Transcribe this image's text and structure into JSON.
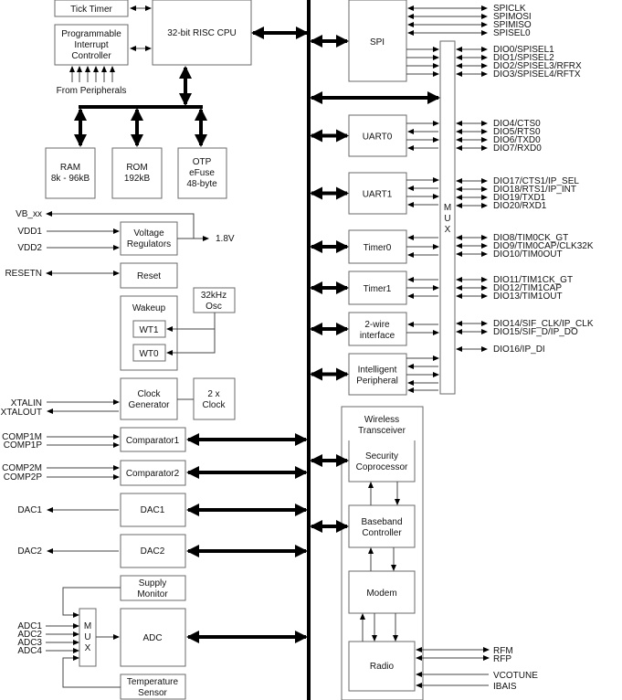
{
  "cpu": {
    "label": "32-bit RISC CPU"
  },
  "tick_timer": {
    "label": "Tick Timer"
  },
  "pic": {
    "lines": [
      "Programmable",
      "Interrupt",
      "Controller"
    ],
    "caption": "From Peripherals"
  },
  "memory": [
    {
      "id": "ram",
      "lines": [
        "RAM",
        "8k - 96kB"
      ]
    },
    {
      "id": "rom",
      "lines": [
        "ROM",
        "192kB"
      ]
    },
    {
      "id": "otp",
      "lines": [
        "OTP",
        "eFuse",
        "48-byte"
      ]
    }
  ],
  "power": {
    "regulator": [
      "Voltage",
      "Regulators"
    ],
    "pins": [
      "VB_xx",
      "VDD1",
      "VDD2"
    ],
    "output": "1.8V"
  },
  "reset": {
    "label": "Reset",
    "pin": "RESETN"
  },
  "wakeup": {
    "label": "Wakeup",
    "timers": [
      "WT1",
      "WT0"
    ],
    "osc": [
      "32kHz",
      "Osc"
    ]
  },
  "clock": {
    "generator": [
      "Clock",
      "Generator"
    ],
    "doubler": [
      "2 x",
      "Clock"
    ],
    "pins": [
      "XTALIN",
      "XTALOUT"
    ]
  },
  "comparators": [
    {
      "label": "Comparator1",
      "pins": [
        "COMP1M",
        "COMP1P"
      ]
    },
    {
      "label": "Comparator2",
      "pins": [
        "COMP2M",
        "COMP2P"
      ]
    }
  ],
  "dacs": [
    {
      "label": "DAC1",
      "pin": "DAC1"
    },
    {
      "label": "DAC2",
      "pin": "DAC2"
    }
  ],
  "adc": {
    "label": "ADC",
    "supply_monitor": [
      "Supply",
      "Monitor"
    ],
    "temp_sensor": [
      "Temperature",
      "Sensor"
    ],
    "mux": [
      "M",
      "U",
      "X"
    ],
    "pins": [
      "ADC1",
      "ADC2",
      "ADC3",
      "ADC4"
    ]
  },
  "spi": {
    "label": "SPI",
    "pins": [
      "SPICLK",
      "SPIMOSI",
      "SPIMISO",
      "SPISEL0"
    ]
  },
  "mux": {
    "letters": [
      "M",
      "U",
      "X"
    ]
  },
  "peripherals": [
    {
      "id": "uart0",
      "lines": [
        "UART0"
      ]
    },
    {
      "id": "uart1",
      "lines": [
        "UART1"
      ]
    },
    {
      "id": "timer0",
      "lines": [
        "Timer0"
      ]
    },
    {
      "id": "timer1",
      "lines": [
        "Timer1"
      ]
    },
    {
      "id": "twowire",
      "lines": [
        "2-wire",
        "interface"
      ]
    },
    {
      "id": "ip",
      "lines": [
        "Intelligent",
        "Peripheral"
      ]
    }
  ],
  "dio_pins": [
    "DIO0/SPISEL1",
    "DIO1/SPISEL2",
    "DIO2/SPISEL3/RFRX",
    "DIO3/SPISEL4/RFTX",
    "DIO4/CTS0",
    "DIO5/RTS0",
    "DIO6/TXD0",
    "DIO7/RXD0",
    "DIO17/CTS1/IP_SEL",
    "DIO18/RTS1/IP_INT",
    "DIO19/TXD1",
    "DIO20/RXD1",
    "DIO8/TIM0CK_GT",
    "DIO9/TIM0CAP/CLK32K",
    "DIO10/TIM0OUT",
    "DIO11/TIM1CK_GT",
    "DIO12/TIM1CAP",
    "DIO13/TIM1OUT",
    "DIO14/SIF_CLK/IP_CLK",
    "DIO15/SIF_D/IP_DO",
    "DIO16/IP_DI"
  ],
  "wireless": {
    "title": [
      "Wireless",
      "Transceiver"
    ],
    "security": [
      "Security",
      "Coprocessor"
    ],
    "baseband": [
      "Baseband",
      "Controller"
    ],
    "modem": [
      "Modem"
    ],
    "radio": [
      "Radio"
    ],
    "pins": [
      "RFM",
      "RFP",
      "VCOTUNE",
      "IBAIS"
    ]
  }
}
